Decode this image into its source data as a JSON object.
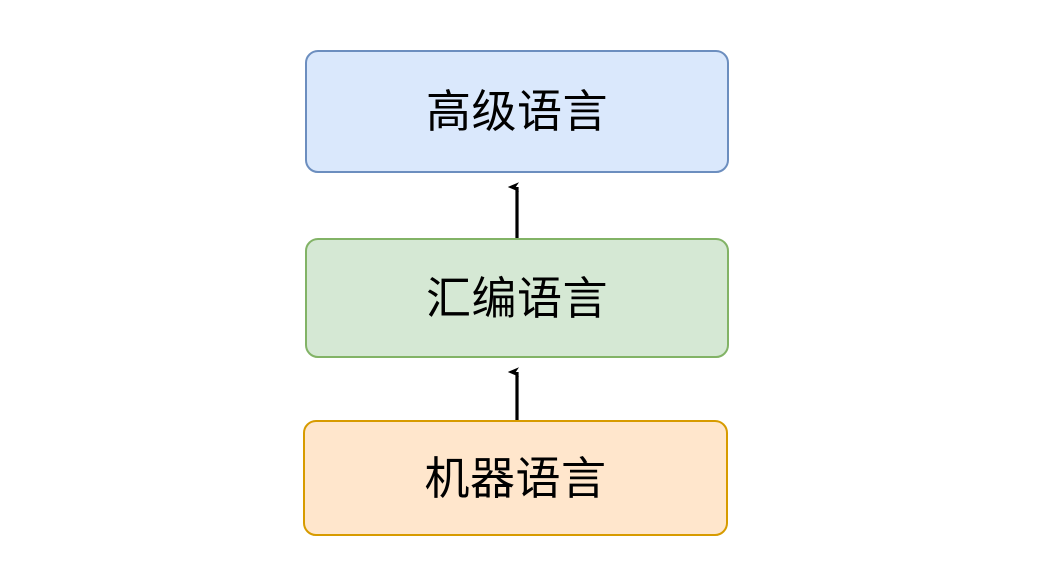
{
  "diagram": {
    "type": "flowchart-vertical-hierarchy",
    "background_color": "#ffffff",
    "title": "",
    "nodes": [
      {
        "id": "high-level",
        "label": "高级语言",
        "fill_color": "#dae8fc",
        "border_color": "#6c8ebf",
        "text_color": "#000000",
        "shape": "rounded-rectangle",
        "level": 3
      },
      {
        "id": "assembly",
        "label": "汇编语言",
        "fill_color": "#d5e8d4",
        "border_color": "#82b366",
        "text_color": "#000000",
        "shape": "rounded-rectangle",
        "level": 2
      },
      {
        "id": "machine",
        "label": "机器语言",
        "fill_color": "#ffe6cc",
        "border_color": "#d79b00",
        "text_color": "#000000",
        "shape": "rounded-rectangle",
        "level": 1
      }
    ],
    "edges": [
      {
        "id": "assembly-to-high-level",
        "from": "assembly",
        "to": "high-level",
        "label": "",
        "direction": "up",
        "arrowhead": "solid-triangle",
        "color": "#000000"
      },
      {
        "id": "machine-to-assembly",
        "from": "machine",
        "to": "assembly",
        "label": "",
        "direction": "up",
        "arrowhead": "solid-triangle",
        "color": "#000000"
      }
    ]
  }
}
